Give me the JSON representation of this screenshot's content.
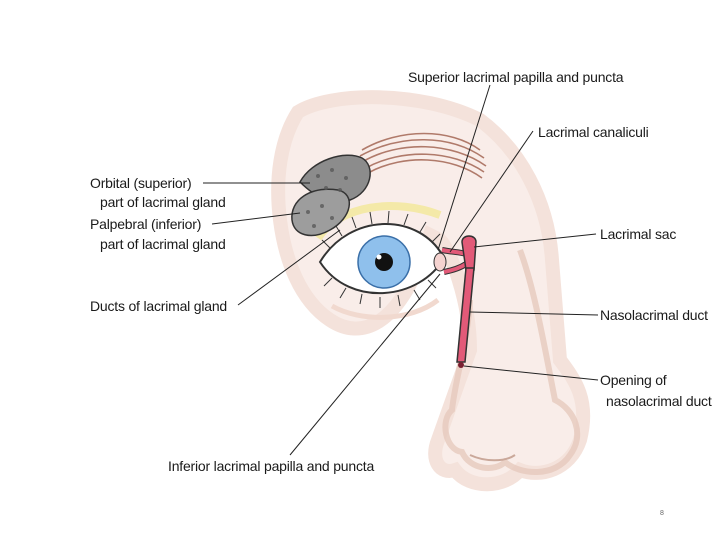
{
  "labels": {
    "superior_papilla": "Superior lacrimal papilla and puncta",
    "canaliculi": "Lacrimal canaliculi",
    "orbital_line1": "Orbital (superior)",
    "orbital_line2": "part of lacrimal gland",
    "palpebral_line1": "Palpebral (inferior)",
    "palpebral_line2": "part of lacrimal gland",
    "lacrimal_sac": "Lacrimal sac",
    "ducts": "Ducts of lacrimal gland",
    "nasolacrimal_duct": "Nasolacrimal duct",
    "opening_line1": "Opening of",
    "opening_line2": "nasolacrimal duct",
    "inferior_papilla": "Inferior lacrimal papilla and puncta"
  },
  "page_number": "8",
  "colors": {
    "face_tint": "#f7e3db",
    "eyebrow": "#b07a6a",
    "gland": "#8c8c8c",
    "iris": "#8fc0ec",
    "duct": "#e25a78",
    "leader": "#222222"
  }
}
